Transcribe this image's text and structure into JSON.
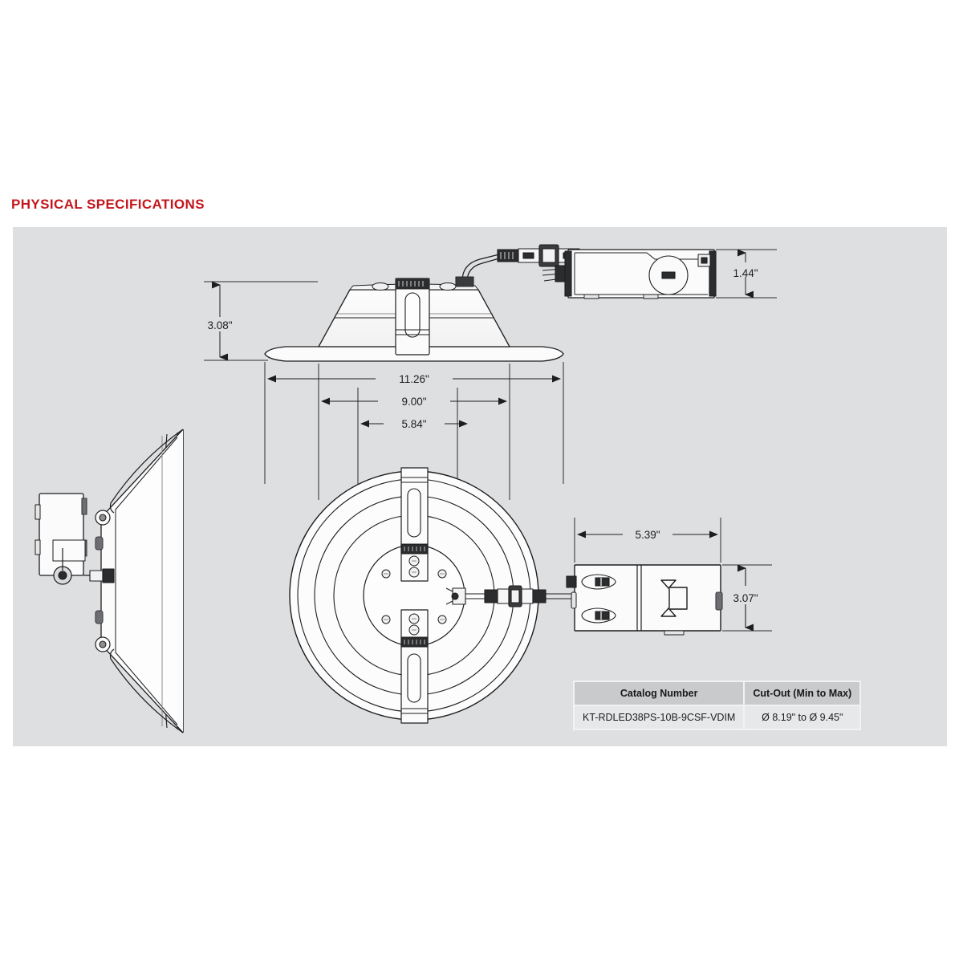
{
  "section": {
    "title": "PHYSICAL SPECIFICATIONS",
    "title_color": "#C4161C",
    "panel_color": "#dedfe1"
  },
  "dimensions": {
    "height_side": "3.08\"",
    "driver_height_top": "1.44\"",
    "flange_diameter": "11.26\"",
    "aperture_outer": "9.00\"",
    "aperture_inner": "5.84\"",
    "driver_width": "5.39\"",
    "driver_depth": "3.07\""
  },
  "table": {
    "headers": [
      "Catalog Number",
      "Cut-Out (Min to Max)"
    ],
    "rows": [
      {
        "catalog_number": "KT-RDLED38PS-10B-9CSF-VDIM",
        "cut_out": "Ø 8.19\" to Ø 9.45\""
      }
    ]
  },
  "views": {
    "top_elevation": "recessed-downlight-side-elevation-with-driver",
    "left_elevation": "downlight-profile-view",
    "plan": "downlight-plan-view-concentric-rings",
    "driver_plan": "driver-junction-box-plan-view"
  }
}
